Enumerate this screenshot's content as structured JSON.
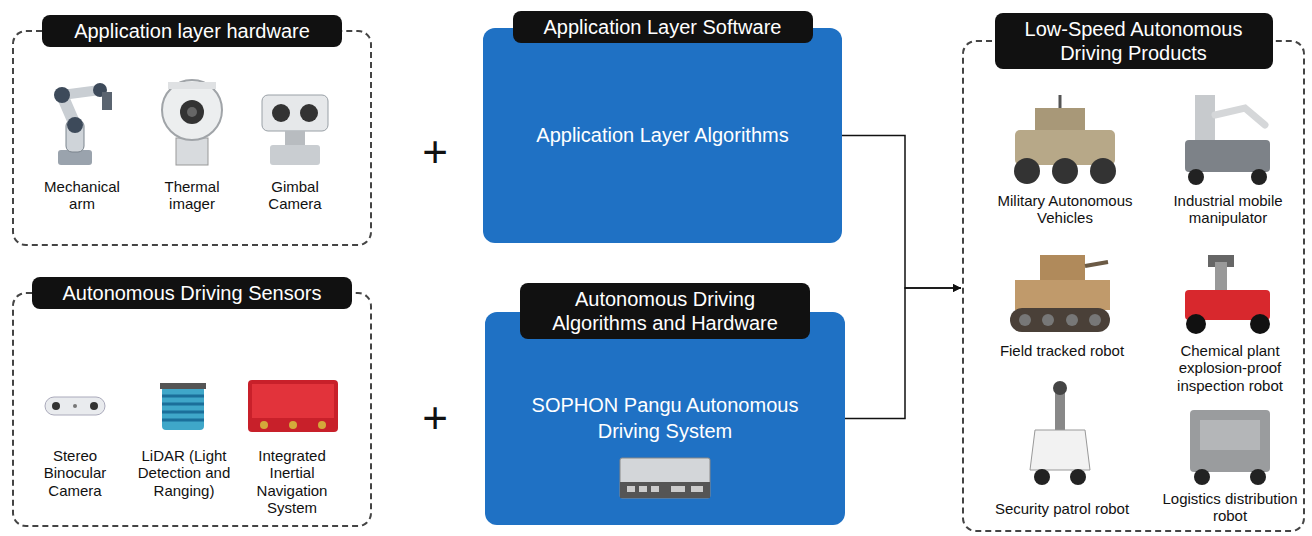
{
  "diagram": {
    "nodes": [
      {
        "text": [
          "Application layer hardware"
        ]
      },
      {
        "text": [
          "Application Layer Software",
          "Application Layer Algorithms"
        ]
      },
      {
        "text": [
          "Autonomous Driving Sensors"
        ]
      },
      {
        "text": [
          "Autonomous Driving Algorithms and Hardware",
          "SOPHON Pangu Autonomous Driving System"
        ]
      },
      {
        "text": [
          "Low-Speed Autonomous Driving Products"
        ]
      }
    ],
    "edges": [
      {
        "from": 1,
        "to": 4,
        "arrow": "to"
      },
      {
        "from": 3,
        "to": 4,
        "arrow": "to"
      }
    ],
    "labels": [
      "Mechanical arm",
      "Thermal imager",
      "Gimbal Camera",
      "+",
      "Stereo Binocular Camera",
      "LiDAR (Light Detection and Ranging)",
      "Integrated Inertial Navigation System",
      "+",
      "Military Autonomous Vehicles",
      "Industrial mobile manipulator",
      "Field tracked robot",
      "Chemical plant explosion-proof inspection robot",
      "Security patrol robot",
      "Logistics distribution robot"
    ]
  }
}
